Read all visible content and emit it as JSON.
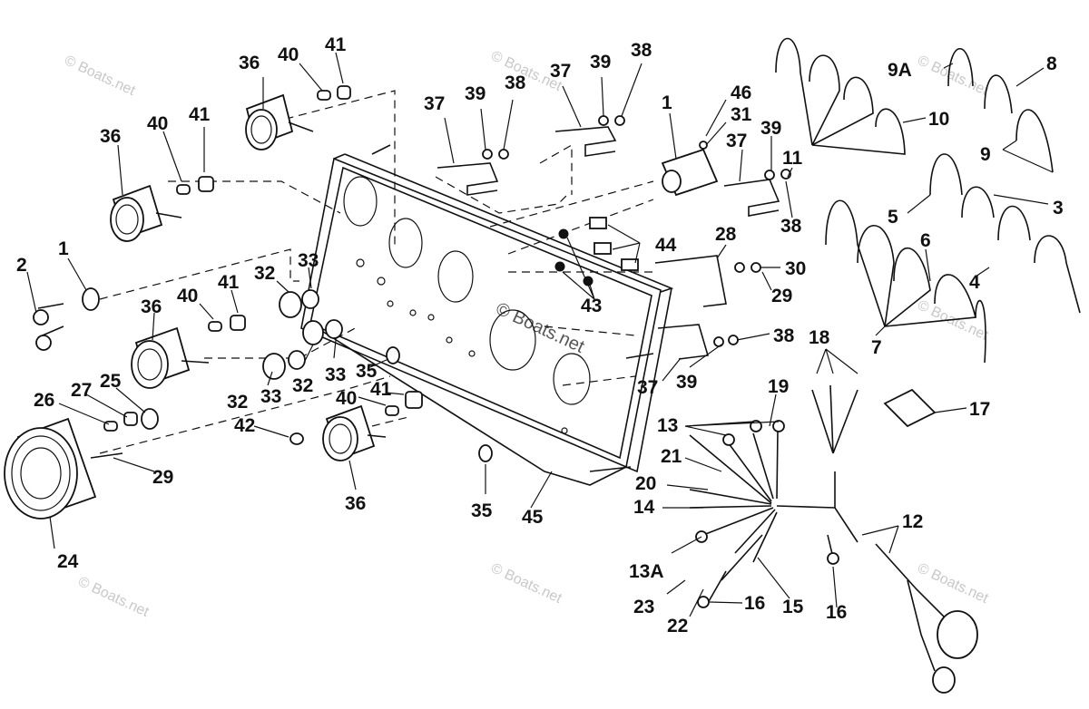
{
  "diagram": {
    "watermark_text": "© Boats.net",
    "callouts": {
      "c1_a": "1",
      "c1_b": "1",
      "c2": "2",
      "c3": "3",
      "c4": "4",
      "c5": "5",
      "c6": "6",
      "c7": "7",
      "c8": "8",
      "c9": "9",
      "c9a": "9A",
      "c10": "10",
      "c11": "11",
      "c12": "12",
      "c13_a": "13",
      "c13a": "13A",
      "c14": "14",
      "c15": "15",
      "c16_a": "16",
      "c16_b": "16",
      "c17": "17",
      "c18": "18",
      "c19": "19",
      "c20": "20",
      "c21": "21",
      "c22": "22",
      "c23": "23",
      "c24": "24",
      "c25": "25",
      "c26": "26",
      "c27": "27",
      "c28": "28",
      "c29_a": "29",
      "c29_b": "29",
      "c30": "30",
      "c31": "31",
      "c32_a": "32",
      "c32_b": "32",
      "c32_c": "32",
      "c33_a": "33",
      "c33_b": "33",
      "c33_c": "33",
      "c35_a": "35",
      "c35_b": "35",
      "c36_a": "36",
      "c36_b": "36",
      "c36_c": "36",
      "c36_d": "36",
      "c37_a": "37",
      "c37_b": "37",
      "c37_c": "37",
      "c37_d": "37",
      "c38_a": "38",
      "c38_b": "38",
      "c38_c": "38",
      "c38_d": "38",
      "c39_a": "39",
      "c39_b": "39",
      "c39_c": "39",
      "c39_d": "39",
      "c40_a": "40",
      "c40_b": "40",
      "c40_c": "40",
      "c40_d": "40",
      "c41_a": "41",
      "c41_b": "41",
      "c41_c": "41",
      "c41_d": "41",
      "c42": "42",
      "c43": "43",
      "c44": "44",
      "c45": "45",
      "c46": "46"
    }
  }
}
